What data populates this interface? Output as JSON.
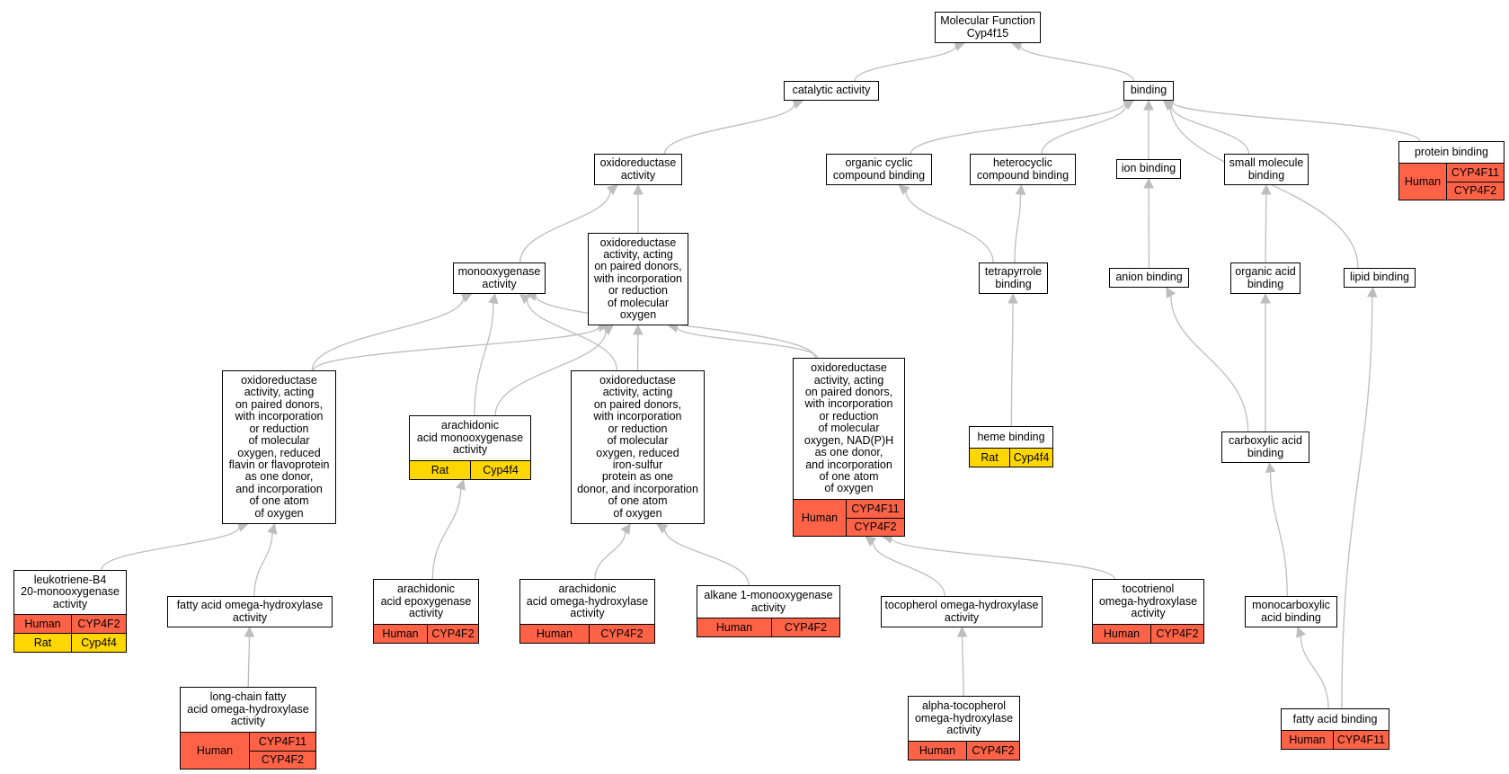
{
  "colors": {
    "Human": "#ff6347",
    "Rat": "#ffd700",
    "edge": "#bdbdbd"
  },
  "nodes": {
    "mf_root": {
      "label": "Molecular Function\nCyp4f15"
    },
    "catalytic": {
      "label": "catalytic activity"
    },
    "binding": {
      "label": "binding"
    },
    "oxidoreductase": {
      "label": "oxidoreductase\nactivity"
    },
    "org_cyclic": {
      "label": "organic cyclic\ncompound binding"
    },
    "heterocyclic": {
      "label": "heterocyclic\ncompound binding"
    },
    "ion_binding": {
      "label": "ion binding"
    },
    "small_mol": {
      "label": "small molecule\nbinding"
    },
    "protein_binding": {
      "label": "protein binding",
      "annotations": [
        {
          "species": "Human",
          "genes": [
            "CYP4F11",
            "CYP4F2"
          ]
        }
      ]
    },
    "monooxygenase": {
      "label": "monooxygenase\nactivity"
    },
    "ox_paired": {
      "label": "oxidoreductase\nactivity, acting\non paired donors,\nwith incorporation\nor reduction\nof molecular\noxygen"
    },
    "tetrapyrrole": {
      "label": "tetrapyrrole\nbinding"
    },
    "anion_binding": {
      "label": "anion binding"
    },
    "organic_acid": {
      "label": "organic acid\nbinding"
    },
    "lipid_binding": {
      "label": "lipid binding"
    },
    "ox_flavin": {
      "label": "oxidoreductase\nactivity, acting\non paired donors,\nwith incorporation\nor reduction\nof molecular\noxygen, reduced\nflavin or flavoprotein\nas one donor,\nand incorporation\nof one atom\nof oxygen"
    },
    "arach_mono": {
      "label": "arachidonic\nacid monooxygenase\nactivity",
      "annotations": [
        {
          "species": "Rat",
          "genes": [
            "Cyp4f4"
          ]
        }
      ]
    },
    "ox_ironsulfur": {
      "label": "oxidoreductase\nactivity, acting\non paired donors,\nwith incorporation\nor reduction\nof molecular\noxygen, reduced\niron-sulfur\nprotein as one\ndonor, and incorporation\nof one atom\nof oxygen"
    },
    "ox_nadph": {
      "label": "oxidoreductase\nactivity, acting\non paired donors,\nwith incorporation\nor reduction\nof molecular\noxygen, NAD(P)H\nas one donor,\nand incorporation\nof one atom\nof oxygen",
      "annotations": [
        {
          "species": "Human",
          "genes": [
            "CYP4F11",
            "CYP4F2"
          ]
        }
      ]
    },
    "heme_binding": {
      "label": "heme binding",
      "annotations": [
        {
          "species": "Rat",
          "genes": [
            "Cyp4f4"
          ]
        }
      ]
    },
    "carboxylic": {
      "label": "carboxylic acid\nbinding"
    },
    "ltb4": {
      "label": "leukotriene-B4\n20-monooxygenase\nactivity",
      "annotations": [
        {
          "species": "Human",
          "genes": [
            "CYP4F2"
          ]
        },
        {
          "species": "Rat",
          "genes": [
            "Cyp4f4"
          ]
        }
      ]
    },
    "fa_omega": {
      "label": "fatty acid omega-hydroxylase\nactivity"
    },
    "arach_epox": {
      "label": "arachidonic\nacid epoxygenase\nactivity",
      "annotations": [
        {
          "species": "Human",
          "genes": [
            "CYP4F2"
          ]
        }
      ]
    },
    "arach_omega": {
      "label": "arachidonic\nacid omega-hydroxylase\nactivity",
      "annotations": [
        {
          "species": "Human",
          "genes": [
            "CYP4F2"
          ]
        }
      ]
    },
    "alkane": {
      "label": "alkane 1-monooxygenase\nactivity",
      "annotations": [
        {
          "species": "Human",
          "genes": [
            "CYP4F2"
          ]
        }
      ]
    },
    "tocopherol": {
      "label": "tocopherol omega-hydroxylase\nactivity"
    },
    "tocotrienol": {
      "label": "tocotrienol\nomega-hydroxylase\nactivity",
      "annotations": [
        {
          "species": "Human",
          "genes": [
            "CYP4F2"
          ]
        }
      ]
    },
    "monocarboxylic": {
      "label": "monocarboxylic\nacid binding"
    },
    "lcfa_omega": {
      "label": "long-chain fatty\nacid omega-hydroxylase\nactivity",
      "annotations": [
        {
          "species": "Human",
          "genes": [
            "CYP4F11",
            "CYP4F2"
          ]
        }
      ]
    },
    "alpha_toco": {
      "label": "alpha-tocopherol\nomega-hydroxylase\nactivity",
      "annotations": [
        {
          "species": "Human",
          "genes": [
            "CYP4F2"
          ]
        }
      ]
    },
    "fa_binding": {
      "label": "fatty acid binding",
      "annotations": [
        {
          "species": "Human",
          "genes": [
            "CYP4F11"
          ]
        }
      ]
    }
  },
  "edges": [
    [
      "catalytic",
      "mf_root"
    ],
    [
      "binding",
      "mf_root"
    ],
    [
      "oxidoreductase",
      "catalytic"
    ],
    [
      "org_cyclic",
      "binding"
    ],
    [
      "heterocyclic",
      "binding"
    ],
    [
      "ion_binding",
      "binding"
    ],
    [
      "small_mol",
      "binding"
    ],
    [
      "protein_binding",
      "binding"
    ],
    [
      "lipid_binding",
      "binding"
    ],
    [
      "monooxygenase",
      "oxidoreductase"
    ],
    [
      "ox_paired",
      "oxidoreductase"
    ],
    [
      "tetrapyrrole",
      "org_cyclic"
    ],
    [
      "tetrapyrrole",
      "heterocyclic"
    ],
    [
      "anion_binding",
      "ion_binding"
    ],
    [
      "organic_acid",
      "small_mol"
    ],
    [
      "ox_flavin",
      "monooxygenase"
    ],
    [
      "ox_flavin",
      "ox_paired"
    ],
    [
      "arach_mono",
      "monooxygenase"
    ],
    [
      "arach_mono",
      "ox_paired"
    ],
    [
      "ox_ironsulfur",
      "monooxygenase"
    ],
    [
      "ox_ironsulfur",
      "ox_paired"
    ],
    [
      "ox_nadph",
      "monooxygenase"
    ],
    [
      "ox_nadph",
      "ox_paired"
    ],
    [
      "heme_binding",
      "tetrapyrrole"
    ],
    [
      "carboxylic",
      "anion_binding"
    ],
    [
      "carboxylic",
      "organic_acid"
    ],
    [
      "ltb4",
      "ox_flavin"
    ],
    [
      "fa_omega",
      "ox_flavin"
    ],
    [
      "lcfa_omega",
      "fa_omega"
    ],
    [
      "arach_epox",
      "arach_mono"
    ],
    [
      "arach_omega",
      "ox_ironsulfur"
    ],
    [
      "alkane",
      "ox_ironsulfur"
    ],
    [
      "tocopherol",
      "ox_nadph"
    ],
    [
      "tocotrienol",
      "ox_nadph"
    ],
    [
      "alpha_toco",
      "tocopherol"
    ],
    [
      "monocarboxylic",
      "carboxylic"
    ],
    [
      "fa_binding",
      "monocarboxylic"
    ],
    [
      "fa_binding",
      "lipid_binding"
    ]
  ]
}
